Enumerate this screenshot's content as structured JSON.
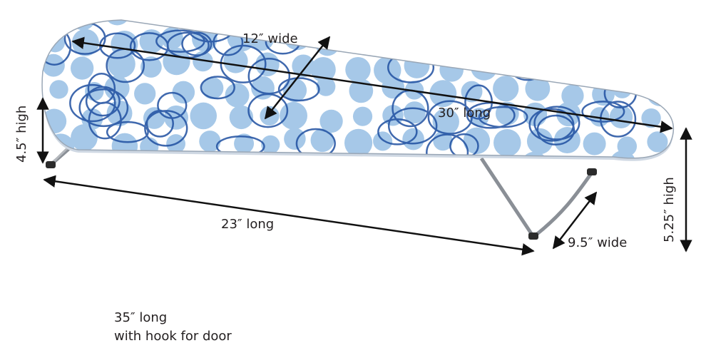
{
  "dimensions": {
    "top_width": "12″ wide",
    "top_length": "30″ long",
    "leg_span": "23″ long",
    "leg_width": "9.5″ wide",
    "height_left": "4.5″ high",
    "height_right": "5.25″ high"
  },
  "caption": {
    "line1": "35″ long",
    "line2": "with hook for door"
  },
  "colors": {
    "cover_base": "#ffffff",
    "dot_light": "#9dc3e6",
    "ring_dark": "#1f4fa0",
    "leg_metal": "#8a8f96",
    "arrow": "#111111"
  }
}
